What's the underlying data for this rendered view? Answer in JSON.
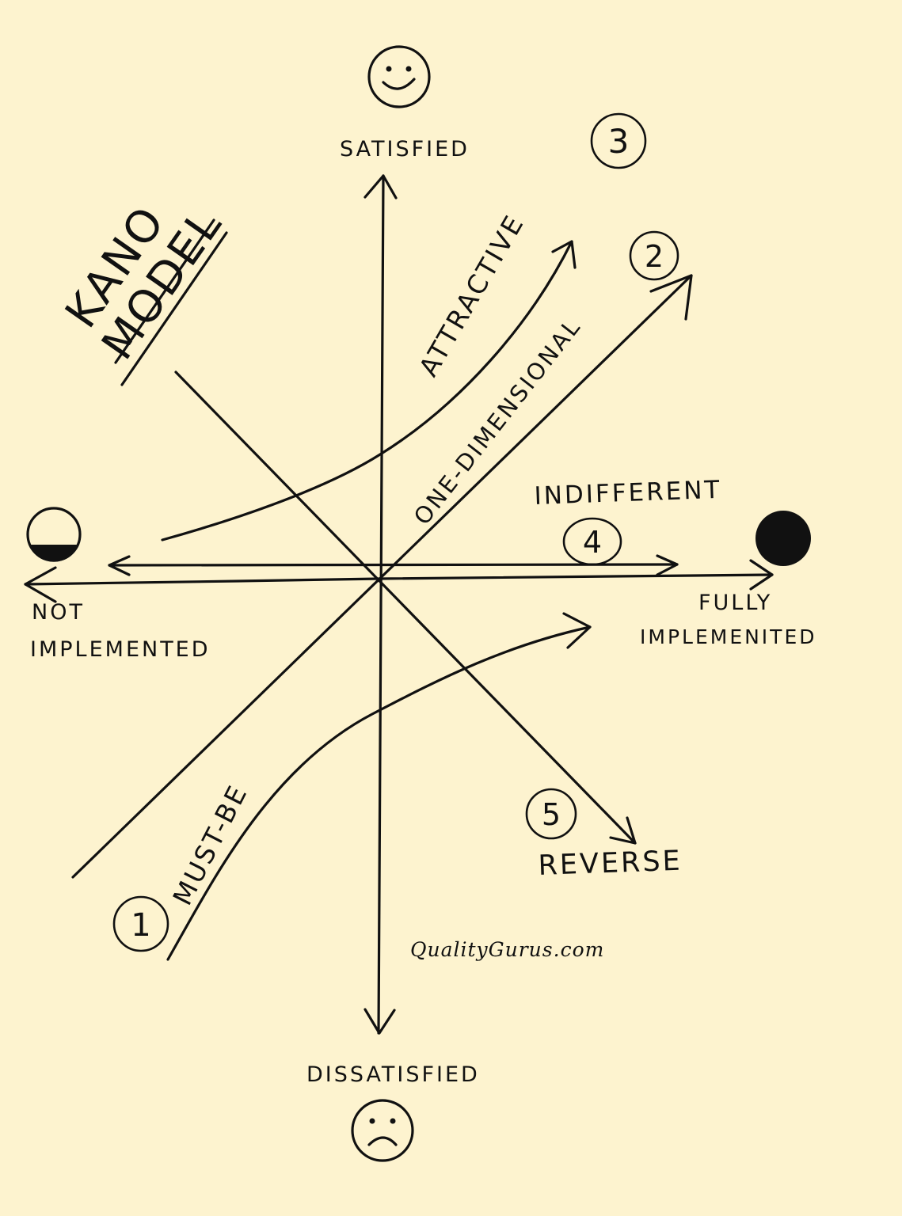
{
  "title_line1": "KANO",
  "title_line2": "MODEL",
  "axes": {
    "top": "SATISFIED",
    "bottom": "DISSATISFIED",
    "left_line1": "NOT",
    "left_line2": "IMPLEMENTED",
    "right_line1": "FULLY",
    "right_line2": "IMPLEMENITED"
  },
  "categories": [
    {
      "number": "1",
      "label": "MUST-BE"
    },
    {
      "number": "2",
      "label": "ONE-DIMENSIONAL"
    },
    {
      "number": "3",
      "label": "ATTRACTIVE"
    },
    {
      "number": "4",
      "label": "INDIFFERENT"
    },
    {
      "number": "5",
      "label": "REVERSE"
    }
  ],
  "watermark": "QualityGurus.com",
  "icons": {
    "top": "smiley-face-icon",
    "bottom": "sad-face-icon",
    "left": "empty-circle-icon",
    "right": "filled-circle-icon"
  }
}
